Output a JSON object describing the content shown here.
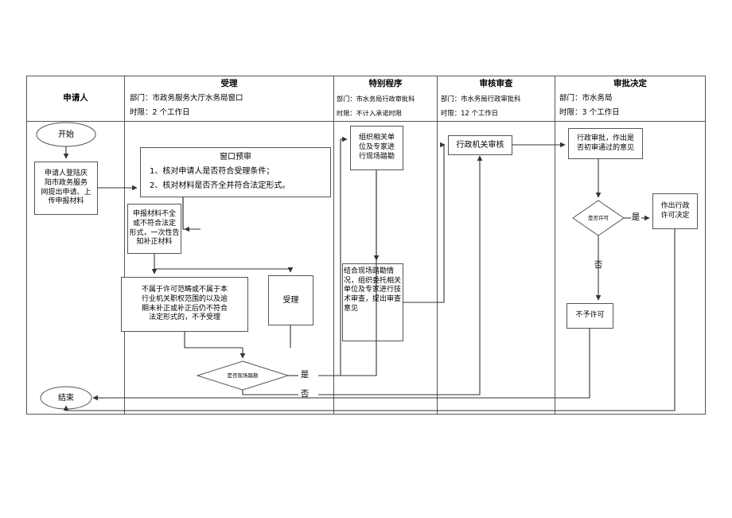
{
  "document": {
    "type": "administrative-approval-flowchart",
    "orientation": "landscape"
  },
  "columns": [
    {
      "id": "applicant",
      "title": "申请人",
      "department_label": "",
      "deadline_label": ""
    },
    {
      "id": "acceptance",
      "title": "受理",
      "department_label": "部门：市政务服务大厅水务局窗口",
      "deadline_label": "时限：2 个工作日"
    },
    {
      "id": "special-procedure",
      "title": "特别程序",
      "department_label": "部门：市水务局行政审批科",
      "deadline_label": "时限：不计入承诺时限"
    },
    {
      "id": "review-examination",
      "title": "审核审查",
      "department_label": "部门：市水务局行政审批科",
      "deadline_label": "时限：12 个工作日"
    },
    {
      "id": "approval-decision",
      "title": "审批决定",
      "department_label": "部门：市水务局",
      "deadline_label": "时限：3 个工作日"
    }
  ],
  "nodes": {
    "start": {
      "shape": "ellipse",
      "text": "开始"
    },
    "applicant_submit": {
      "shape": "rect",
      "text": "申请人登陆庆\n阳市政务服务\n网提出申请、上\n传申报材料"
    },
    "window_pre_review": {
      "shape": "rect",
      "title": "窗口预审",
      "items": [
        "1、核对申请人是否符合受理条件；",
        "2、核对材料是否齐全并符合法定形式。"
      ]
    },
    "incomplete_materials": {
      "shape": "rect",
      "text": "申报材料不全\n或不符合法定\n形式，一次性告\n知补正材料"
    },
    "not_accepted": {
      "shape": "rect",
      "text": "不属于许可范畴或不属于本\n行业机关职权范围的以及逾\n期未补正或补正后仍不符合\n法定形式的，不予受理"
    },
    "accept": {
      "shape": "rect",
      "text": "受理"
    },
    "site_survey_decision": {
      "shape": "diamond",
      "text": "是否现场踏勘"
    },
    "organize_site_survey": {
      "shape": "rect",
      "text": "组织相关单\n位及专家进\n行现场踏勘"
    },
    "technical_review": {
      "shape": "rect",
      "text": "结合现场踏勘情\n况，组织委托相关\n单位及专家进行技\n术审查，提出审查\n意见"
    },
    "agency_review": {
      "shape": "rect",
      "text": "行政机关审核"
    },
    "administrative_approval": {
      "shape": "rect",
      "text": "行政审批，作出是\n否初审通过的意见"
    },
    "permit_decision": {
      "shape": "diamond",
      "text": "是否许可"
    },
    "make_permit": {
      "shape": "rect",
      "text": "作出行政\n许可决定"
    },
    "no_permit": {
      "shape": "rect",
      "text": "不予许可"
    },
    "end": {
      "shape": "ellipse",
      "text": "结束"
    }
  },
  "branch_labels": {
    "site_survey_yes": "是",
    "site_survey_no": "否",
    "permit_yes": "是",
    "permit_no": "否"
  },
  "colors": {
    "line": "#333333",
    "border": "#555555",
    "text": "#000000",
    "background": "#ffffff"
  }
}
